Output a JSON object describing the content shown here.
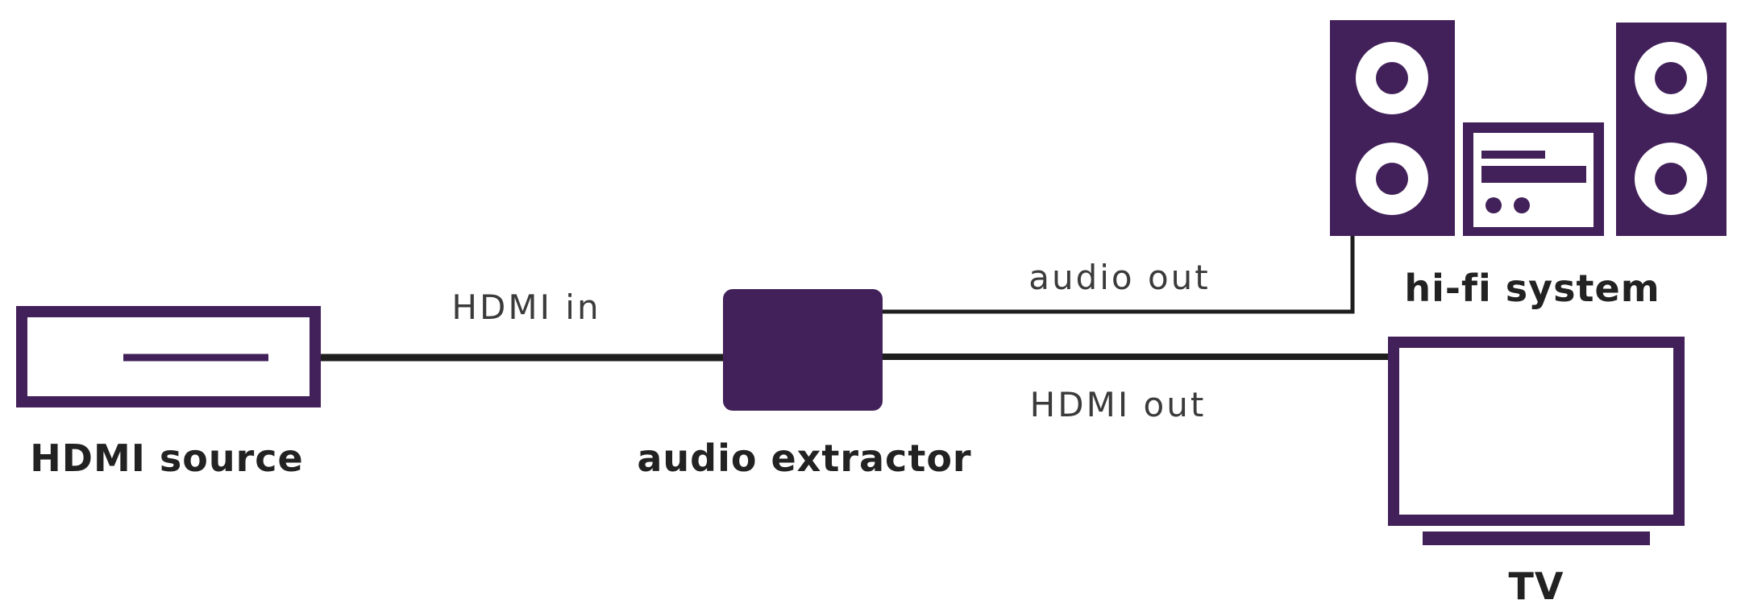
{
  "diagram": {
    "type": "connection-diagram",
    "description": "HDMI audio extractor wiring diagram"
  },
  "colors": {
    "purple": "#42215a",
    "cable": "#1e1e1e",
    "cable_label": "#3b3b3b",
    "node_label": "#222222",
    "background": "#ffffff",
    "white": "#ffffff"
  },
  "nodes": {
    "hdmi_source": {
      "label": "HDMI source"
    },
    "audio_extractor": {
      "label": "audio extractor"
    },
    "hifi_system": {
      "label": "hi-fi system"
    },
    "tv": {
      "label": "TV"
    }
  },
  "connections": {
    "hdmi_in": {
      "label": "HDMI in",
      "from": "hdmi_source",
      "to": "audio_extractor"
    },
    "audio_out": {
      "label": "audio out",
      "from": "audio_extractor",
      "to": "hifi_system"
    },
    "hdmi_out": {
      "label": "HDMI out",
      "from": "audio_extractor",
      "to": "tv"
    }
  }
}
